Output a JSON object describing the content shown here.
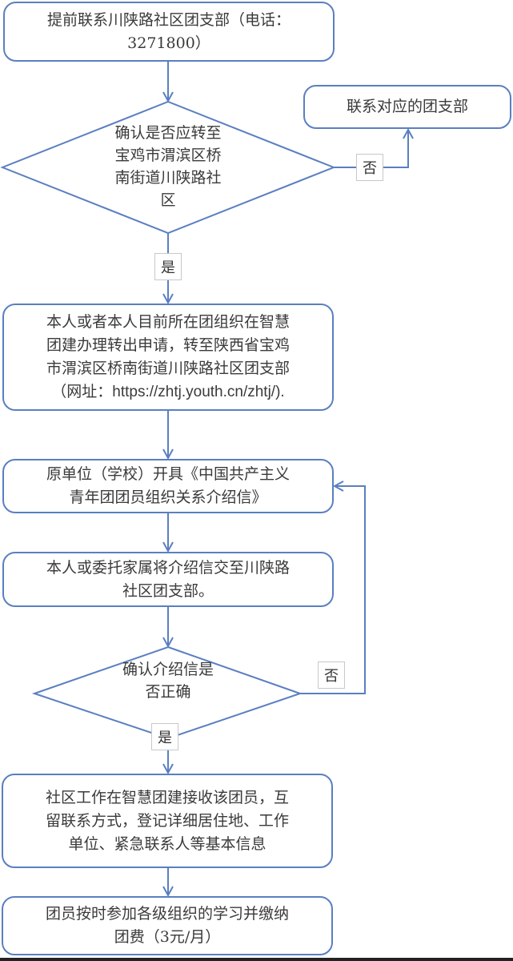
{
  "flowchart": {
    "colors": {
      "stroke": "#5a7fc0",
      "text": "#3a3a3a",
      "background": "#ffffff"
    },
    "nodes": {
      "contact_branch": {
        "type": "process",
        "lines": [
          "提前联系川陕路社区团支部（电话：",
          "3271800）"
        ]
      },
      "decision_transfer": {
        "type": "decision",
        "lines": [
          "确认是否应转至",
          "宝鸡市渭滨区桥",
          "南街道川陕路社",
          "区"
        ]
      },
      "contact_other": {
        "type": "process",
        "lines": [
          "联系对应的团支部"
        ]
      },
      "apply_transfer": {
        "type": "process",
        "lines": [
          "本人或者本人目前所在团组织在智慧",
          "团建办理转出申请，转至陕西省宝鸡",
          "市渭滨区桥南街道川陕路社区团支部",
          "（网址：https://zhtj.youth.cn/zhtj/)."
        ]
      },
      "issue_letter": {
        "type": "process",
        "lines": [
          "原单位（学校）开具《中国共产主义",
          "青年团团员组织关系介绍信》"
        ]
      },
      "submit_letter": {
        "type": "process",
        "lines": [
          "本人或委托家属将介绍信交至川陕路",
          "社区团支部。"
        ]
      },
      "decision_letter": {
        "type": "decision",
        "lines": [
          "确认介绍信是",
          "否正确"
        ]
      },
      "receive_member": {
        "type": "process",
        "lines": [
          "社区工作在智慧团建接收该团员，互",
          "留联系方式，登记详细居住地、工作",
          "单位、紧急联系人等基本信息"
        ]
      },
      "attend_pay": {
        "type": "process",
        "lines": [
          "团员按时参加各级组织的学习并缴纳",
          "团费（3元/月）"
        ]
      }
    },
    "edges": [
      {
        "from": "contact_branch",
        "to": "decision_transfer",
        "label": ""
      },
      {
        "from": "decision_transfer",
        "to": "contact_other",
        "label": "否"
      },
      {
        "from": "decision_transfer",
        "to": "apply_transfer",
        "label": "是"
      },
      {
        "from": "apply_transfer",
        "to": "issue_letter",
        "label": ""
      },
      {
        "from": "issue_letter",
        "to": "submit_letter",
        "label": ""
      },
      {
        "from": "submit_letter",
        "to": "decision_letter",
        "label": ""
      },
      {
        "from": "decision_letter",
        "to": "issue_letter",
        "label": "否"
      },
      {
        "from": "decision_letter",
        "to": "receive_member",
        "label": "是"
      },
      {
        "from": "receive_member",
        "to": "attend_pay",
        "label": ""
      }
    ],
    "labels": {
      "yes": "是",
      "no": "否"
    }
  }
}
